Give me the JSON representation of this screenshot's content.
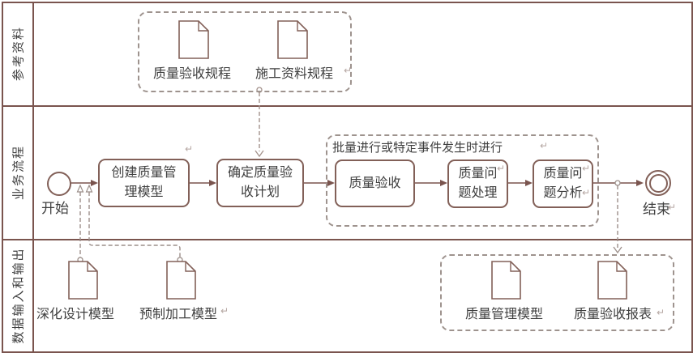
{
  "colors": {
    "solid_stroke": "#826058",
    "lane_stroke": "#7a544e",
    "dashed_stroke": "#9e938e",
    "text": "#3f3f3f"
  },
  "lanes": [
    {
      "label": "参考资料"
    },
    {
      "label": "业务流程"
    },
    {
      "label": "数据输入和输出"
    }
  ],
  "reference_group": {
    "documents": [
      {
        "label": "质量验收规程"
      },
      {
        "label": "施工资料规程"
      }
    ]
  },
  "process": {
    "start_label": "开始",
    "end_label": "结束",
    "batch_group_title": "批量进行或特定事件发生时进行",
    "tasks": [
      {
        "line1": "创建质量管",
        "line2": "理模型"
      },
      {
        "line1": "确定质量验",
        "line2": "收计划"
      },
      {
        "line1": "质量验收",
        "line2": ""
      },
      {
        "line1": "质量问",
        "line2": "题处理"
      },
      {
        "line1": "质量问",
        "line2": "题分析"
      }
    ]
  },
  "data_io": {
    "inputs": [
      {
        "label": "深化设计模型"
      },
      {
        "label": "预制加工模型"
      }
    ],
    "outputs": [
      {
        "label": "质量管理模型"
      },
      {
        "label": "质量验收报表"
      }
    ]
  },
  "marks": {
    "return": "↵"
  }
}
